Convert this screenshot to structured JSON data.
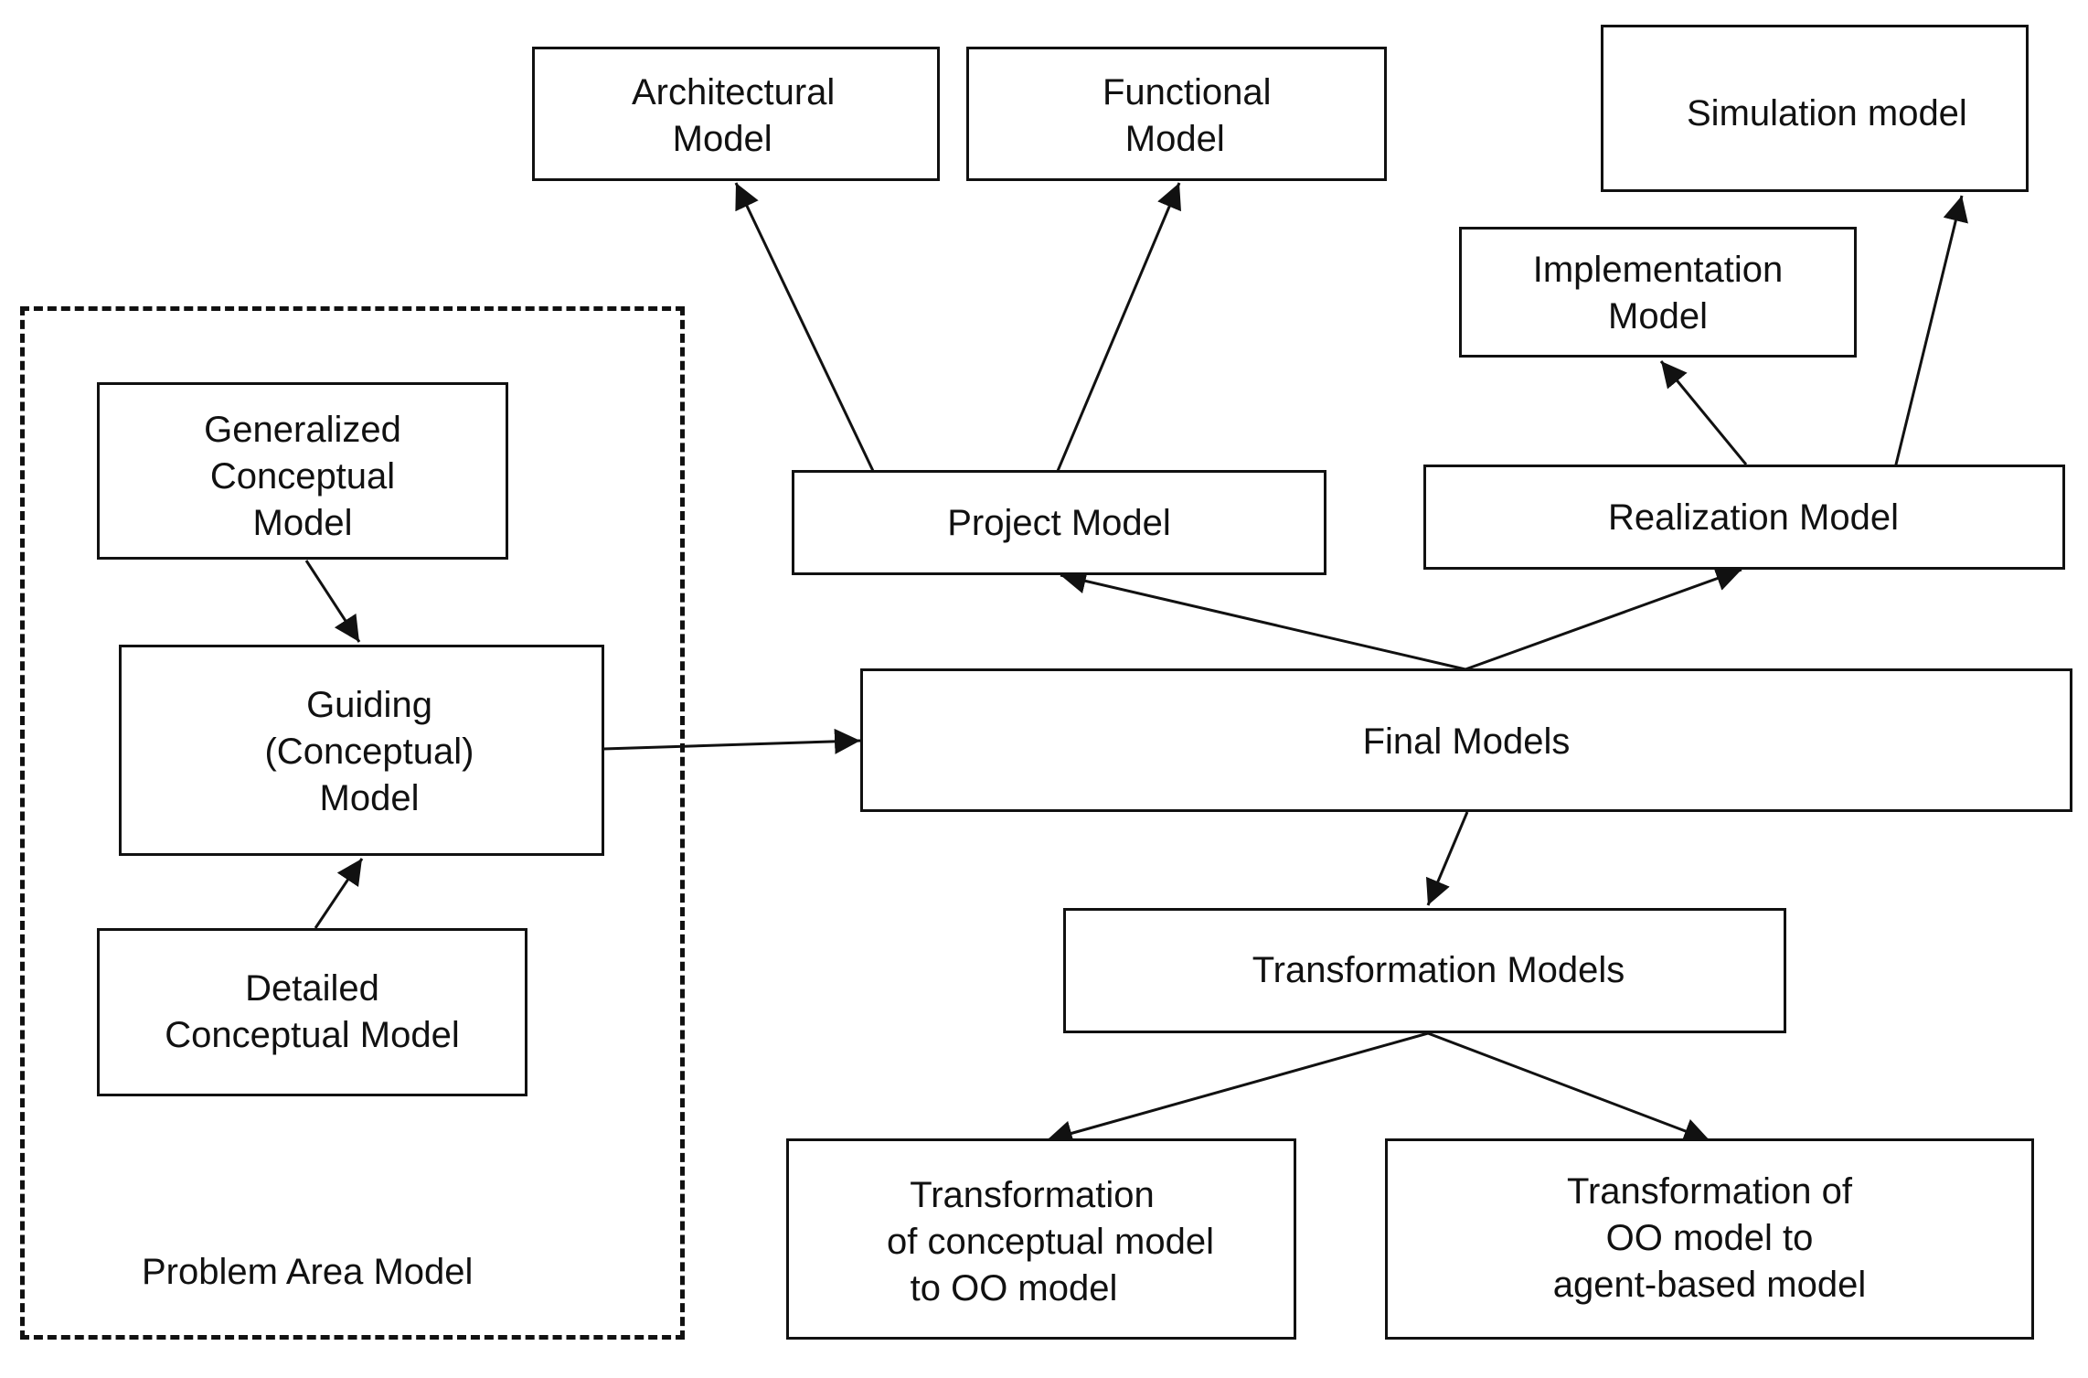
{
  "problem_area": {
    "caption": "Problem Area Model",
    "generalized": [
      "Generalized",
      "Conceptual",
      "Model"
    ],
    "guiding": [
      "Guiding",
      "(Conceptual)",
      "Model"
    ],
    "detailed": [
      "Detailed",
      "Conceptual Model"
    ]
  },
  "top_models": {
    "architectural": [
      "Architectural",
      "Model"
    ],
    "functional": [
      "Functional",
      "Model"
    ],
    "simulation": "Simulation model",
    "implementation": [
      "Implementation",
      "Model"
    ]
  },
  "middle_models": {
    "project": "Project Model",
    "realization": "Realization  Model",
    "final": "Final Models"
  },
  "transformation": {
    "title": "Transformation Models",
    "conceptual_to_oo": [
      "Transformation",
      "of conceptual model",
      "to OO model"
    ],
    "oo_to_agent": [
      "Transformation of",
      "OO model to",
      "agent-based model"
    ]
  },
  "colors": {
    "stroke": "#111111",
    "background": "#ffffff"
  }
}
